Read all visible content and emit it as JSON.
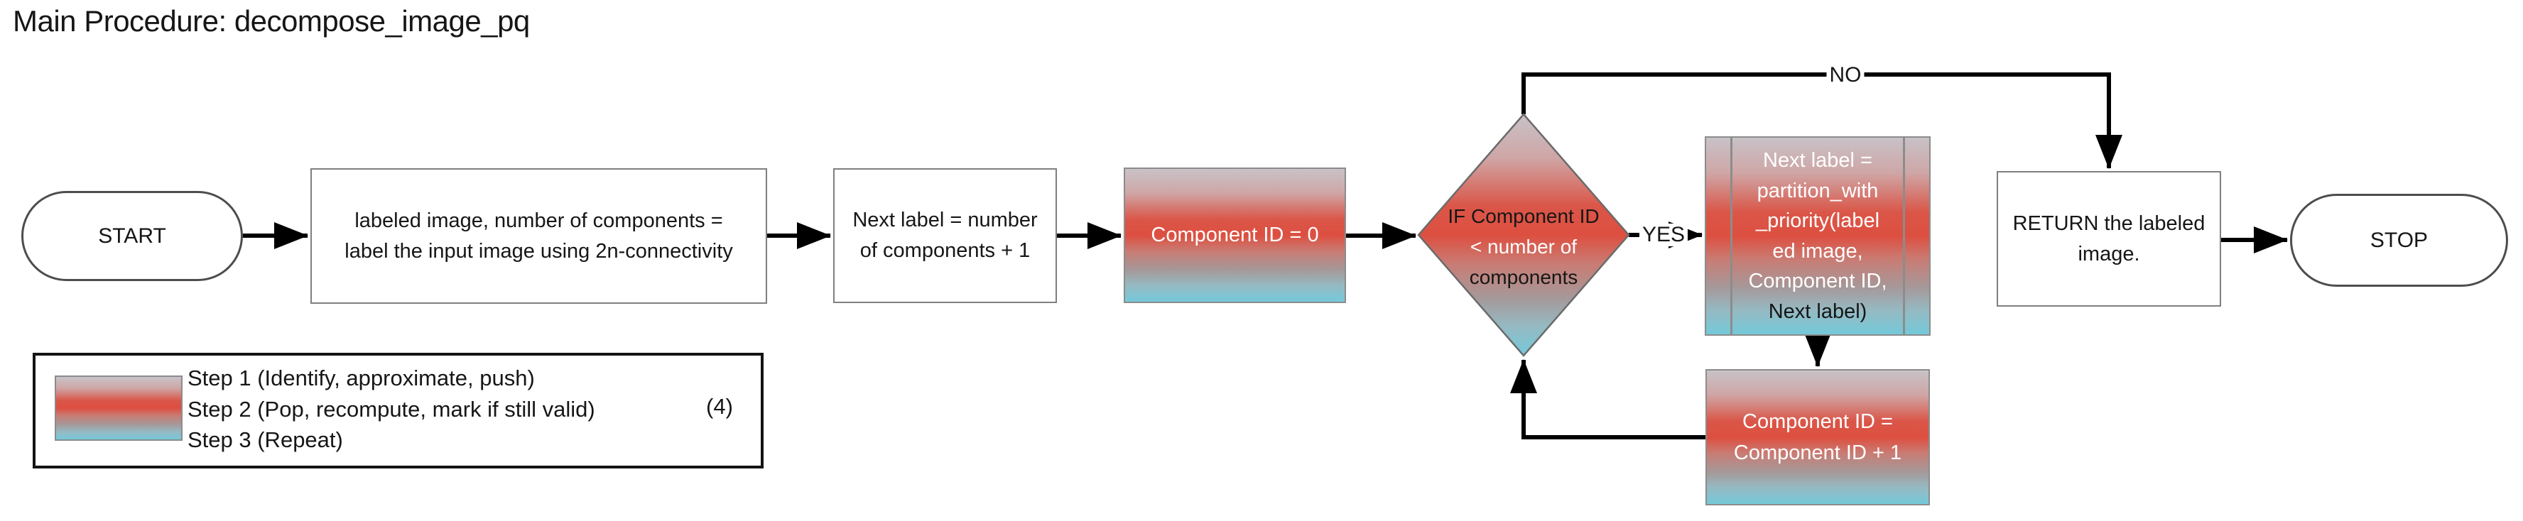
{
  "title": "Main Procedure: decompose_image_pq",
  "nodes": {
    "start": {
      "label": "START"
    },
    "label_image": {
      "lines": [
        "labeled image, number of components =",
        "label the input image using 2n-connectivity"
      ]
    },
    "next_label": {
      "lines": [
        "Next label = number",
        "of components + 1"
      ]
    },
    "component_id_zero": {
      "label": "Component ID = 0"
    },
    "decision": {
      "lines": [
        "IF Component ID",
        "< number of",
        "components"
      ]
    },
    "partition": {
      "lines": [
        "Next label =",
        "partition_with",
        "_priority(label",
        "ed image,",
        "Component ID,",
        "Next label)"
      ]
    },
    "increment": {
      "lines": [
        "Component ID =",
        "Component ID + 1"
      ]
    },
    "return": {
      "lines": [
        "RETURN the labeled",
        "image."
      ]
    },
    "stop": {
      "label": "STOP"
    }
  },
  "edge_labels": {
    "yes": "YES",
    "no": "NO"
  },
  "legend": {
    "items": [
      "Step 1 (Identify, approximate, push)",
      "Step 2 (Pop, recompute, mark if still valid)",
      "Step 3 (Repeat)"
    ],
    "annotation": "(4)"
  },
  "colors": {
    "gradient_top_gray": "#c8c2c7",
    "gradient_red": "#dd4f40",
    "gradient_mid_gray": "#a69899",
    "gradient_bottom_blue": "#74c9d9",
    "connector_black": "#000000",
    "box_border_gray": "#7f7f7f",
    "white_text": "#ffffff"
  }
}
